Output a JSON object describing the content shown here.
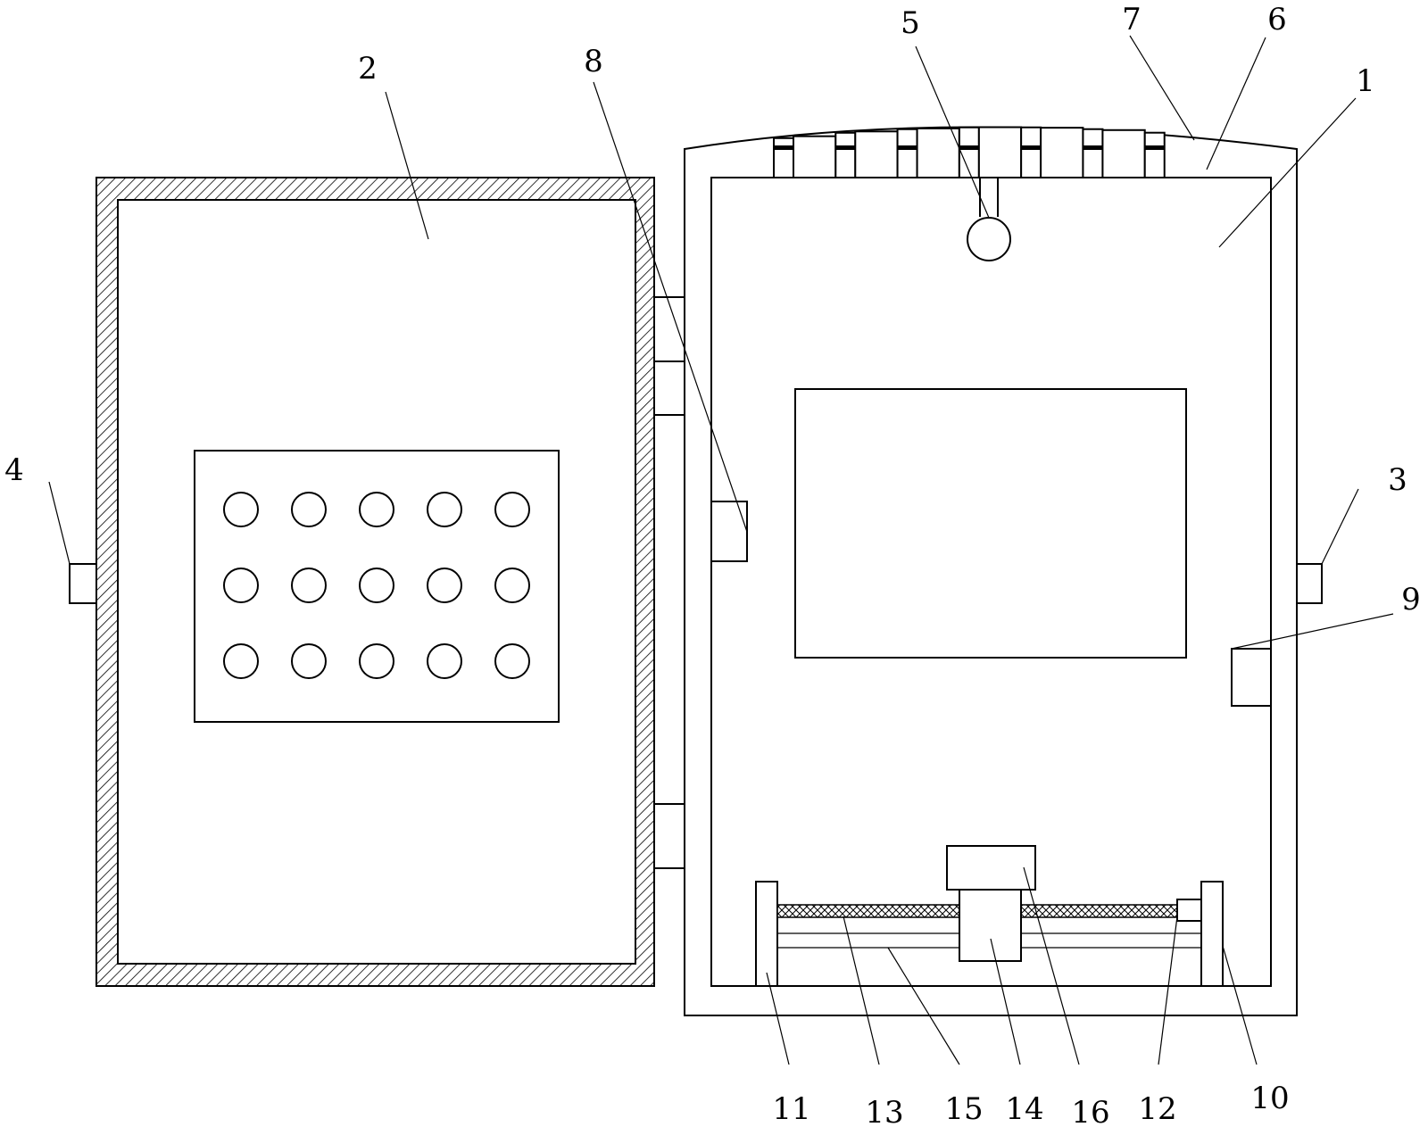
{
  "labels": {
    "l1": "1",
    "l2": "2",
    "l3": "3",
    "l4": "4",
    "l5": "5",
    "l6": "6",
    "l7": "7",
    "l8": "8",
    "l9": "9",
    "l10": "10",
    "l11": "11",
    "l12": "12",
    "l13": "13",
    "l14": "14",
    "l15": "15",
    "l16": "16"
  },
  "button_grid": {
    "rows": 3,
    "cols": 5
  },
  "vent_count": 7,
  "colors": {
    "line": "#000000",
    "background": "#ffffff"
  }
}
